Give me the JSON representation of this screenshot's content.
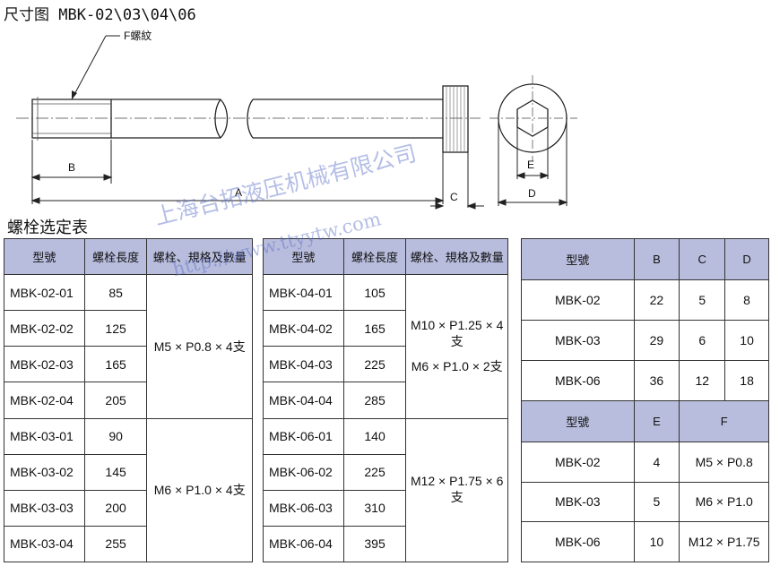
{
  "title": "尺寸图 MBK-02\\03\\04\\06",
  "drawing": {
    "thread_label": "F螺紋",
    "label_b": "B",
    "label_a": "A",
    "label_c": "C",
    "label_e": "E",
    "label_d": "D"
  },
  "section_title": "螺栓选定表",
  "watermark": {
    "company": "上海台拓液压机械有限公司",
    "url": "http://www.ttyytw.com"
  },
  "bolt_table_left": {
    "headers": [
      "型號",
      "螺栓長度",
      "螺栓、規格及數量"
    ],
    "rows": [
      {
        "model": "MBK-02-01",
        "length": "85"
      },
      {
        "model": "MBK-02-02",
        "length": "125"
      },
      {
        "model": "MBK-02-03",
        "length": "165"
      },
      {
        "model": "MBK-02-04",
        "length": "205"
      },
      {
        "model": "MBK-03-01",
        "length": "90"
      },
      {
        "model": "MBK-03-02",
        "length": "145"
      },
      {
        "model": "MBK-03-03",
        "length": "200"
      },
      {
        "model": "MBK-03-04",
        "length": "255"
      }
    ],
    "specs": [
      "M5 × P0.8 × 4支",
      "M6 × P1.0 × 4支"
    ]
  },
  "bolt_table_right": {
    "headers": [
      "型號",
      "螺栓長度",
      "螺栓、規格及數量"
    ],
    "rows": [
      {
        "model": "MBK-04-01",
        "length": "105"
      },
      {
        "model": "MBK-04-02",
        "length": "165"
      },
      {
        "model": "MBK-04-03",
        "length": "225"
      },
      {
        "model": "MBK-04-04",
        "length": "285"
      },
      {
        "model": "MBK-06-01",
        "length": "140"
      },
      {
        "model": "MBK-06-02",
        "length": "225"
      },
      {
        "model": "MBK-06-03",
        "length": "310"
      },
      {
        "model": "MBK-06-04",
        "length": "395"
      }
    ],
    "specs": [
      "M10 × P1.25 × 4支",
      "M6 × P1.0 × 2支",
      "M12 × P1.75 × 6支"
    ]
  },
  "dim_table_bcd": {
    "headers": [
      "型號",
      "B",
      "C",
      "D"
    ],
    "rows": [
      {
        "model": "MBK-02",
        "b": "22",
        "c": "5",
        "d": "8"
      },
      {
        "model": "MBK-03",
        "b": "29",
        "c": "6",
        "d": "10"
      },
      {
        "model": "MBK-06",
        "b": "36",
        "c": "12",
        "d": "18"
      }
    ]
  },
  "dim_table_ef": {
    "headers": [
      "型號",
      "E",
      "F"
    ],
    "rows": [
      {
        "model": "MBK-02",
        "e": "4",
        "f": "M5 × P0.8"
      },
      {
        "model": "MBK-03",
        "e": "5",
        "f": "M6 × P1.0"
      },
      {
        "model": "MBK-06",
        "e": "10",
        "f": "M12 × P1.75"
      }
    ]
  }
}
